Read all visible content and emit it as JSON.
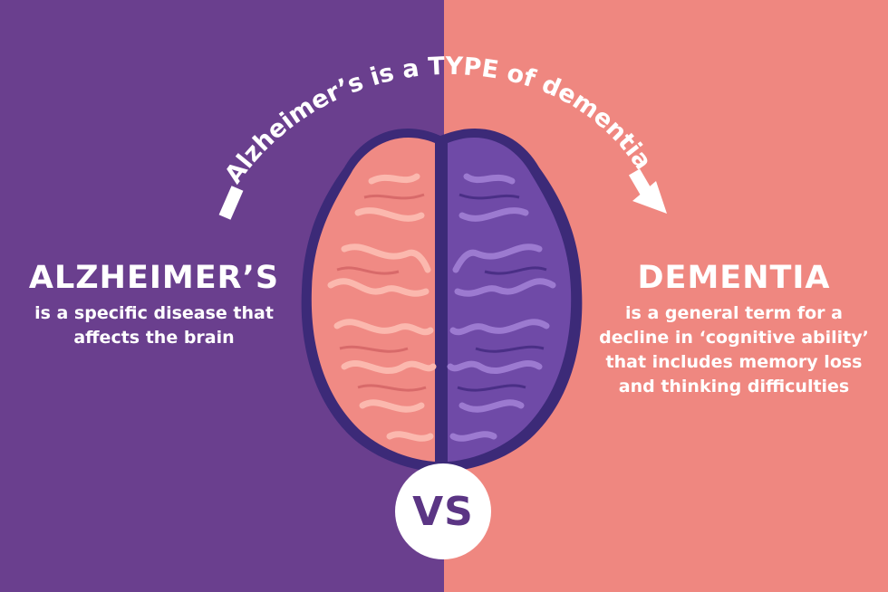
{
  "colors": {
    "left_background": "#6a3f8e",
    "right_background": "#ef8780",
    "brain_outline": "#3c2a78",
    "left_brain": "#f08a84",
    "right_brain": "#6f4aa7"
  },
  "arc_text": "Alzheimer’s is a TYPE of dementia",
  "left": {
    "title": "ALZHEIMER’S",
    "description": "is a specific disease that affects the brain"
  },
  "right": {
    "title": "DEMENTIA",
    "description": "is a general term for a decline in ‘cognitive ability’ that includes memory loss and thinking difficulties"
  },
  "badge": {
    "label": "VS"
  }
}
